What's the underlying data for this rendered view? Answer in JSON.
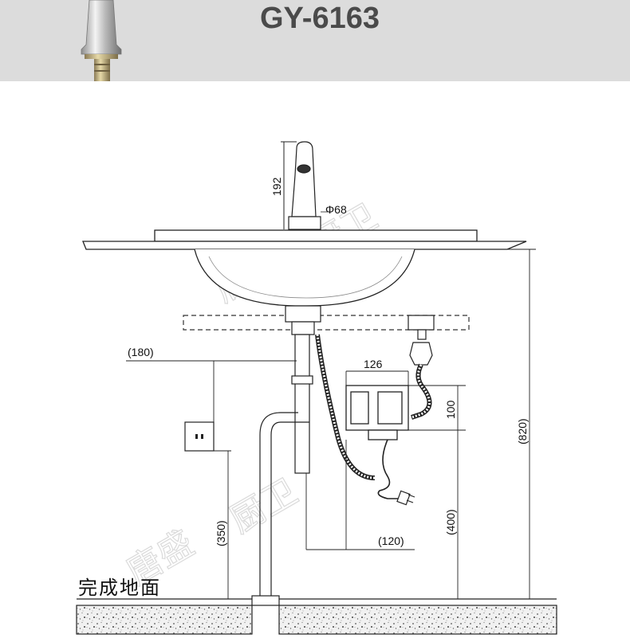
{
  "header": {
    "model": "GY-6163",
    "background": "#dcdcdc",
    "text_color": "#4a4a4a"
  },
  "dimensions": {
    "faucet_height": "192",
    "faucet_diameter": "Φ68",
    "wall_outlet_offset": "(180)",
    "box_width": "126",
    "box_height": "100",
    "total_height": "(820)",
    "outlet_height": "(350)",
    "box_floor_height": "(400)",
    "box_offset": "(120)"
  },
  "labels": {
    "finished_floor": "完成地面"
  },
  "watermark": {
    "text_1": "唐盛",
    "text_2": "厨卫"
  }
}
